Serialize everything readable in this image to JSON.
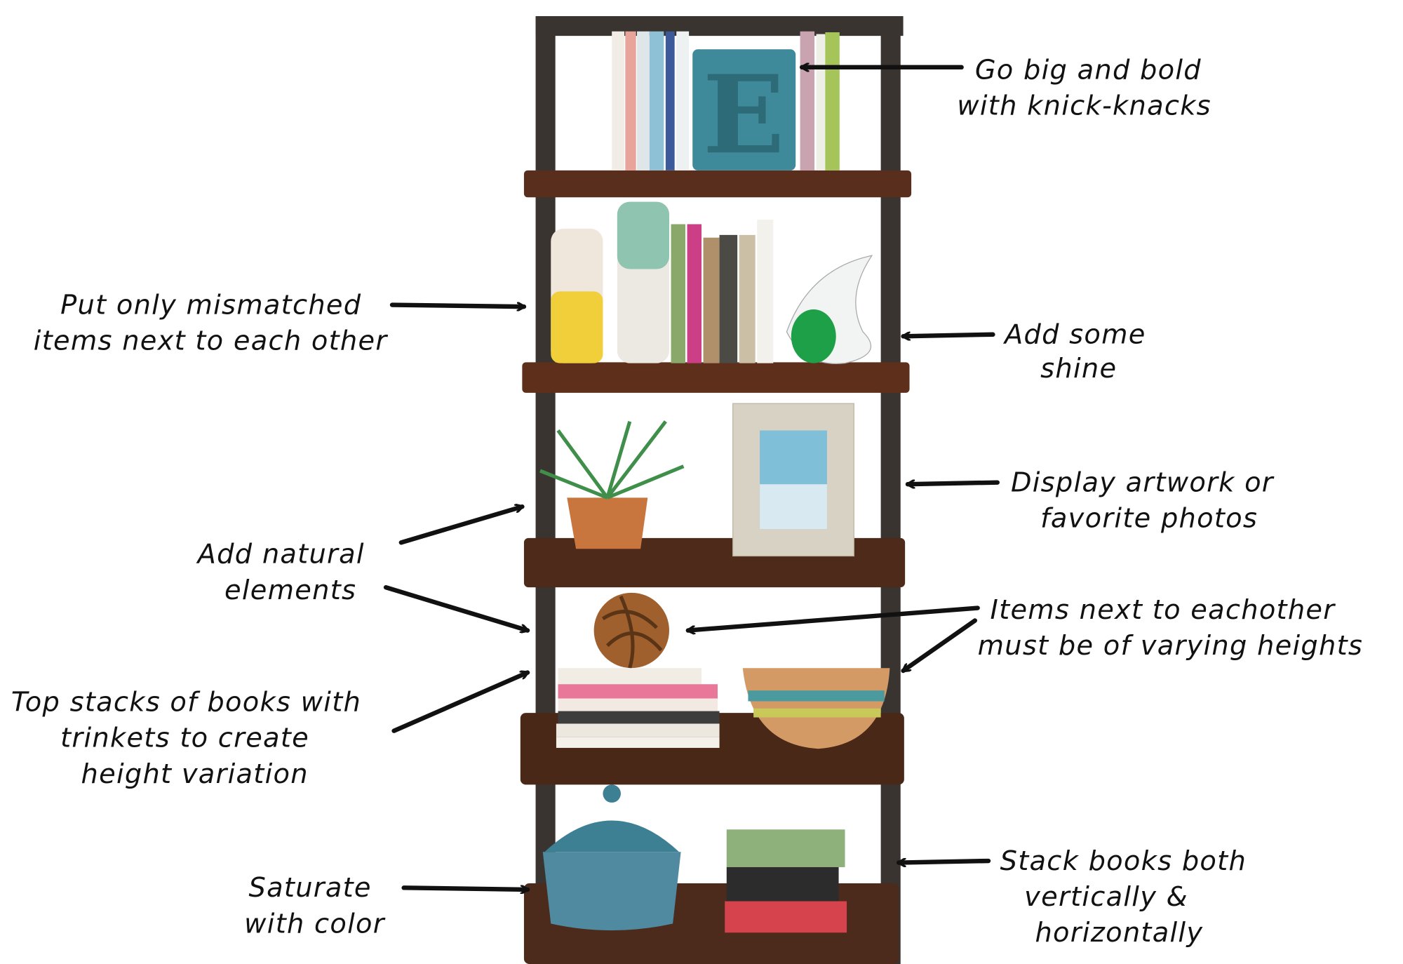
{
  "annotations": {
    "knick_knacks": [
      "Go big and bold",
      "with knick-knacks"
    ],
    "mismatched": [
      "Put only mismatched",
      "items next to each other"
    ],
    "shine": [
      "Add some",
      "shine"
    ],
    "artwork": [
      "Display artwork or",
      "favorite photos"
    ],
    "natural": [
      "Add natural",
      "elements"
    ],
    "heights": [
      "Items next to eachother",
      "must be of varying heights"
    ],
    "stacks": [
      "Top stacks of books with",
      "trinkets to create",
      "height variation"
    ],
    "color": [
      "Saturate",
      "with color"
    ],
    "stack_books": [
      "Stack books both",
      "vertically &",
      "horizontally"
    ]
  },
  "letter_decor": "E",
  "colors": {
    "frame": "#3a3430",
    "wood": "#5a2e1c",
    "teal": "#3f8a9a",
    "text": "#111111"
  }
}
